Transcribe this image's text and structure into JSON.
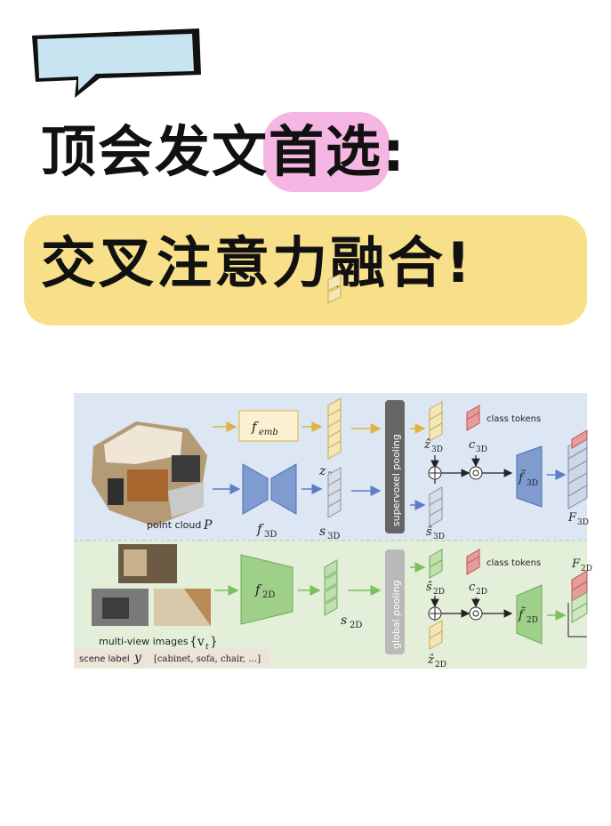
{
  "title": {
    "part1": "顶会发文",
    "part2": "首选",
    "colon": ":"
  },
  "subtitle": "交叉注意力融合!",
  "figure": {
    "top_block": {
      "f_emb": "femb",
      "f_3d": "f3D",
      "z_3d": "z3D",
      "s_3d": "s3D",
      "pool_label": "supervoxel pooling",
      "z_hat": "ẑ3D",
      "s_hat": "ŝ3D",
      "c_3d": "c3D",
      "class_tokens": "class tokens",
      "f_tilde": "f̃3D",
      "F_out": "F3D",
      "point_cloud": "point cloud",
      "point_cloud_sym": "P"
    },
    "bottom_block": {
      "f_2d": "f2D",
      "s_2d": "s2D",
      "pool_label": "global pooling",
      "s_hat": "ŝ2D",
      "z_hat": "ẑ2D",
      "c_2d": "c2D",
      "class_tokens": "class tokens",
      "f_tilde": "f̃2D",
      "F_out": "F2D",
      "multi_view": "multi-view images",
      "multi_view_sym": "{vt}",
      "scene_label": "scene label",
      "scene_sym": "y",
      "scene_values": "[cabinet, sofa, chair, …]"
    },
    "colors": {
      "top_bg": "#dde6f3",
      "bottom_bg": "#e3efd9",
      "f_emb_fill": "#fbf1d2",
      "f3d_fill": "#7f9bd0",
      "f2d_fill": "#9fd08a",
      "pool_fill": "#666666",
      "gpool_fill": "#b9b9b9"
    }
  }
}
